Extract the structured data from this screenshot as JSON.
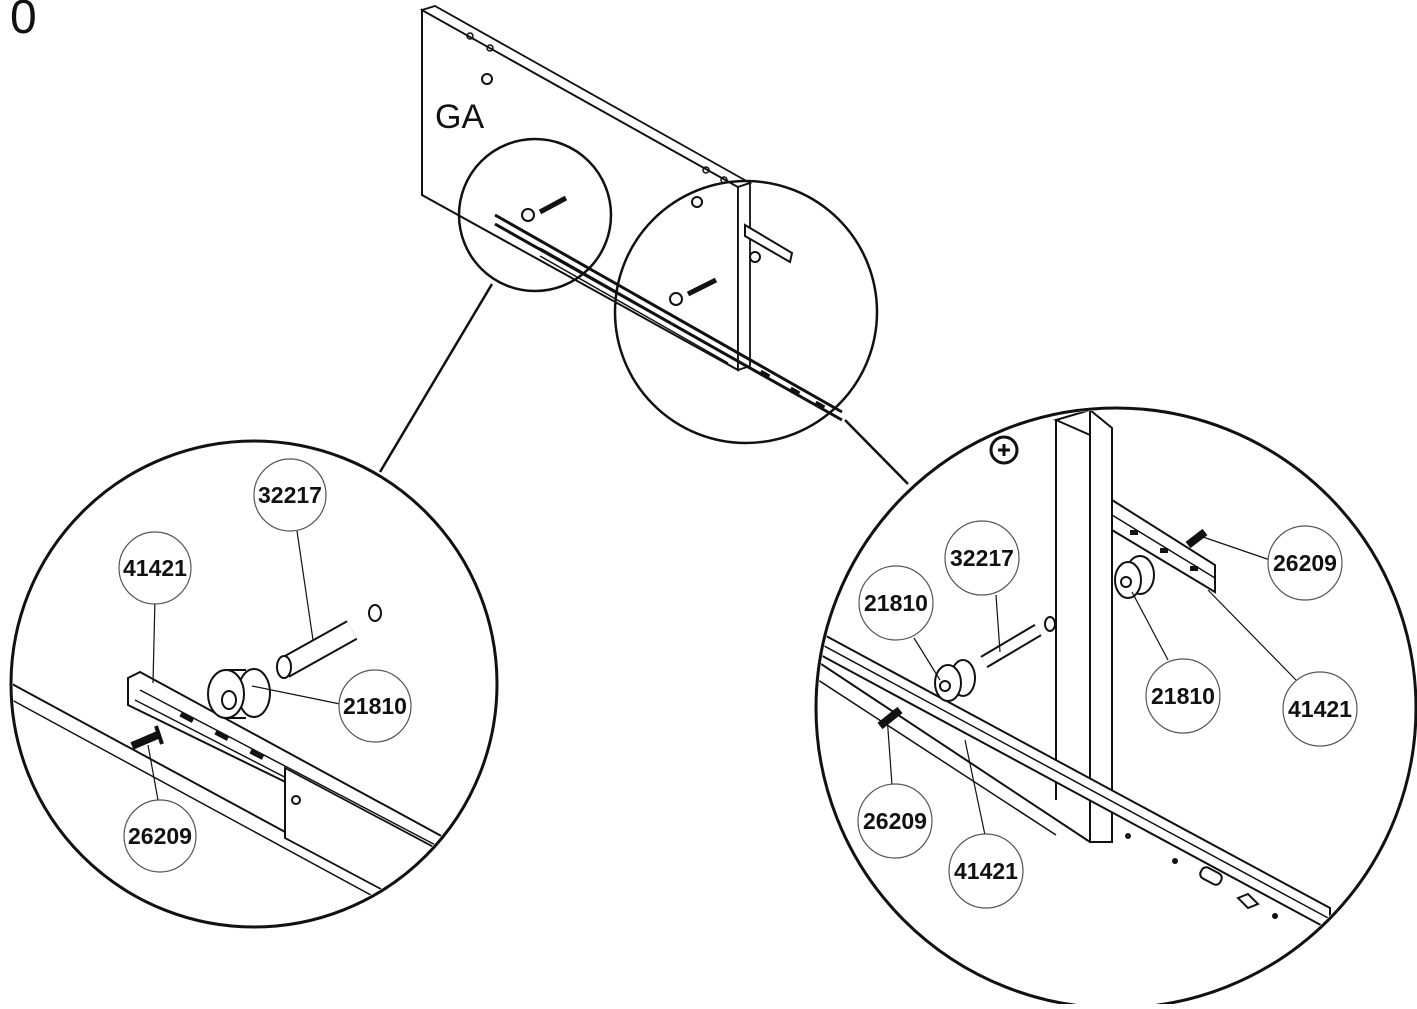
{
  "step": {
    "number": "0"
  },
  "panel": {
    "label": "GA"
  },
  "left_callouts": [
    {
      "id": "c-41421",
      "code": "41421"
    },
    {
      "id": "c-32217",
      "code": "32217"
    },
    {
      "id": "c-21810",
      "code": "21810"
    },
    {
      "id": "c-26209",
      "code": "26209"
    }
  ],
  "right_callouts": [
    {
      "id": "c-32217",
      "code": "32217"
    },
    {
      "id": "c-21810-a",
      "code": "21810"
    },
    {
      "id": "c-26209-a",
      "code": "26209"
    },
    {
      "id": "c-21810-b",
      "code": "21810"
    },
    {
      "id": "c-41421-a",
      "code": "41421"
    },
    {
      "id": "c-26209-b",
      "code": "26209"
    },
    {
      "id": "c-41421-b",
      "code": "41421"
    }
  ]
}
